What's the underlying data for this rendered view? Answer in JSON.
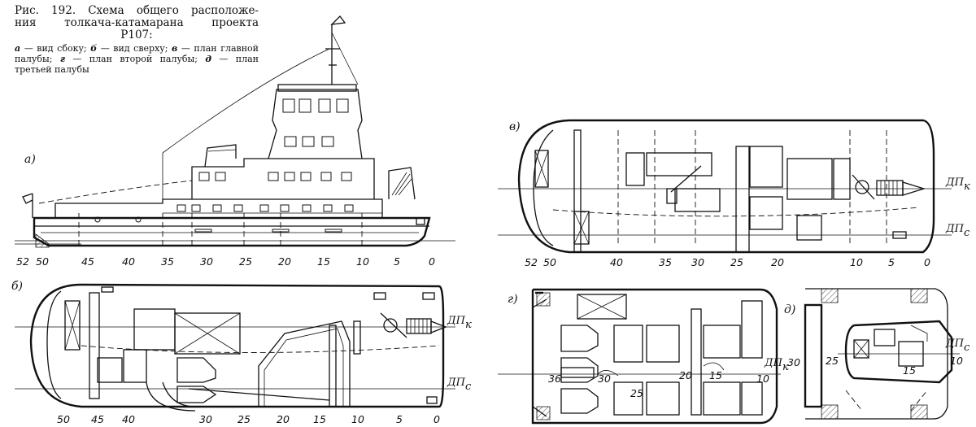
{
  "caption": {
    "title_lines": [
      "Рис. 192. Схема общего расположе-",
      "ния толкача-катамарана проекта",
      "Р107:"
    ],
    "legend": [
      {
        "key": "а",
        "text": " — вид сбоку; "
      },
      {
        "key": "б",
        "text": " — вид сверху; "
      },
      {
        "key": "в",
        "text": " — план главной палубы; "
      },
      {
        "key": "г",
        "text": " — план второй палубы; "
      },
      {
        "key": "д",
        "text": " — план третьей палубы"
      }
    ]
  },
  "panels": {
    "a": "а)",
    "b": "б)",
    "v": "в)",
    "g": "г)",
    "d": "д)"
  },
  "dp_labels": {
    "dpk_main": "ДП",
    "dpk_sub": "к",
    "dpc_main": "ДП",
    "dpc_sub": "с"
  },
  "frames": {
    "side": [
      "52",
      "50",
      "45",
      "40",
      "35",
      "30",
      "25",
      "20",
      "15",
      "10",
      "5",
      "0"
    ],
    "top": [
      "50",
      "45",
      "40",
      "30",
      "25",
      "20",
      "15",
      "10",
      "5",
      "0"
    ],
    "main_deck": [
      "52",
      "50",
      "40",
      "35",
      "30",
      "25",
      "20",
      "10",
      "5",
      "0"
    ],
    "second_deck": [
      "36",
      "30",
      "25",
      "20",
      "15",
      "10"
    ],
    "second_deck_side": "30",
    "third_deck": [
      "25",
      "15",
      "10"
    ]
  }
}
